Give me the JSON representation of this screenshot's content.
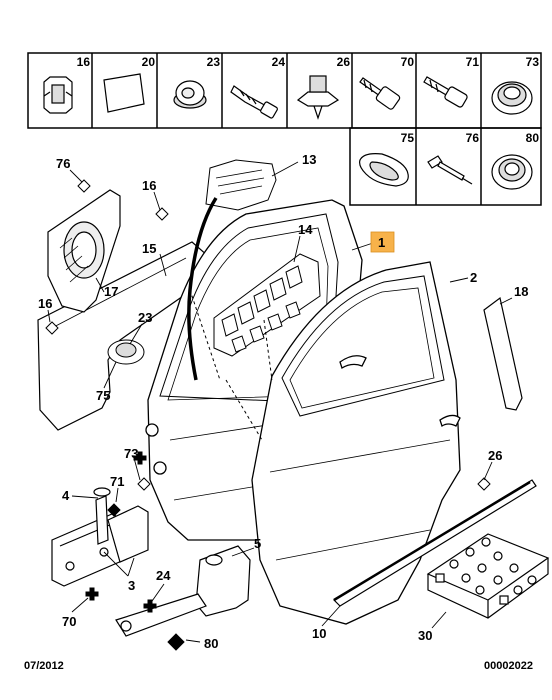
{
  "legend_top": [
    "16",
    "20",
    "23",
    "24",
    "26",
    "70",
    "71",
    "73"
  ],
  "legend_bottom": [
    "75",
    "76",
    "80"
  ],
  "callouts": {
    "c76": "76",
    "c16a": "16",
    "c13": "13",
    "c14": "14",
    "c15": "15",
    "c17": "17",
    "c16b": "16",
    "c23": "23",
    "c75": "75",
    "c1": "1",
    "c2": "2",
    "c18": "18",
    "c73": "73",
    "c4": "4",
    "c71": "71",
    "c3": "3",
    "c70": "70",
    "c24": "24",
    "c5": "5",
    "c80": "80",
    "c26": "26",
    "c10": "10",
    "c30": "30"
  },
  "footer": {
    "date": "07/2012",
    "ref": "00002022"
  },
  "highlight_color": "#f7b24a"
}
